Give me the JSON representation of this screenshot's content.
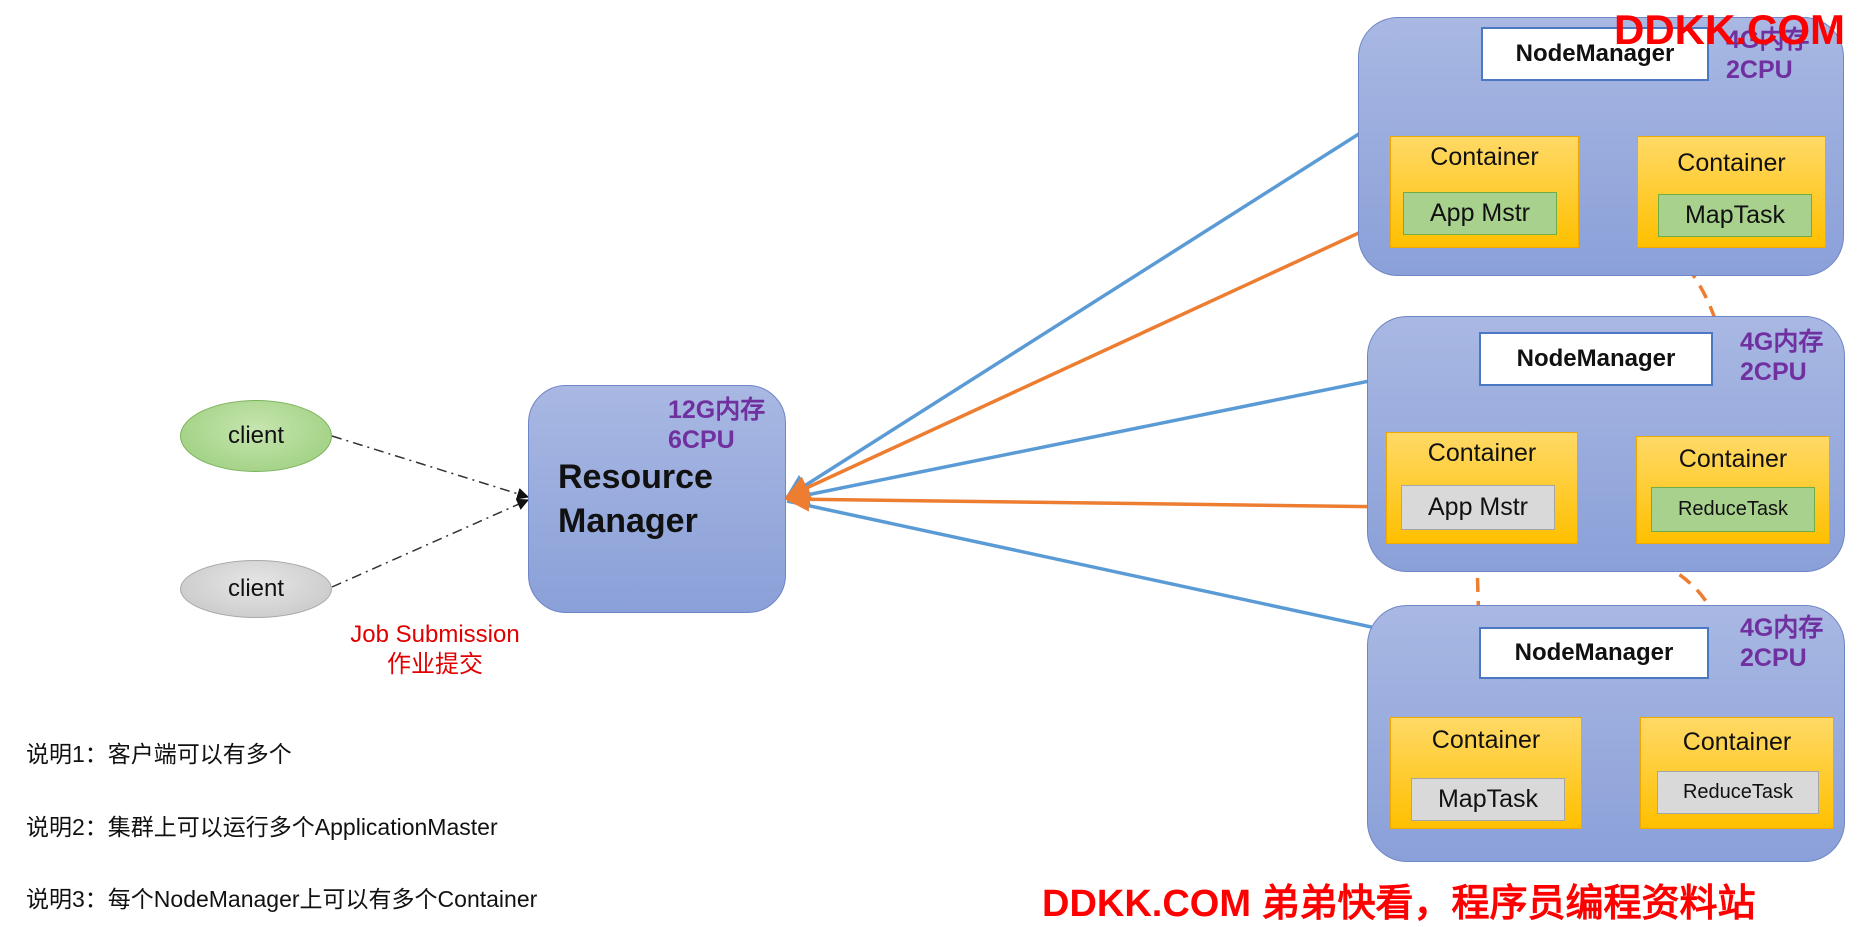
{
  "colors": {
    "blue_arrow": "#5b9bd5",
    "orange_arrow": "#ed7d31",
    "resource_text": "#7030a0",
    "job_text": "#e00000",
    "watermark": "#ff0000"
  },
  "clients": [
    {
      "label": "client"
    },
    {
      "label": "client"
    }
  ],
  "job_submission": {
    "line1": "Job Submission",
    "line2": "作业提交"
  },
  "resource_manager": {
    "line1": "Resource",
    "line2": "Manager",
    "mem": "12G内存",
    "cpu": "6CPU"
  },
  "nodes": [
    {
      "manager": "NodeManager",
      "mem": "4G内存",
      "cpu": "2CPU",
      "containers": [
        {
          "label": "Container",
          "task": "App Mstr"
        },
        {
          "label": "Container",
          "task": "MapTask"
        }
      ]
    },
    {
      "manager": "NodeManager",
      "mem": "4G内存",
      "cpu": "2CPU",
      "containers": [
        {
          "label": "Container",
          "task": "App Mstr"
        },
        {
          "label": "Container",
          "task": "ReduceTask"
        }
      ]
    },
    {
      "manager": "NodeManager",
      "mem": "4G内存",
      "cpu": "2CPU",
      "containers": [
        {
          "label": "Container",
          "task": "MapTask"
        },
        {
          "label": "Container",
          "task": "ReduceTask"
        }
      ]
    }
  ],
  "notes": [
    "说明1：客户端可以有多个",
    "说明2：集群上可以运行多个ApplicationMaster",
    "说明3：每个NodeManager上可以有多个Container"
  ],
  "watermarks": {
    "top": "DDKK.COM",
    "bottom": "DDKK.COM 弟弟快看，程序员编程资料站"
  }
}
